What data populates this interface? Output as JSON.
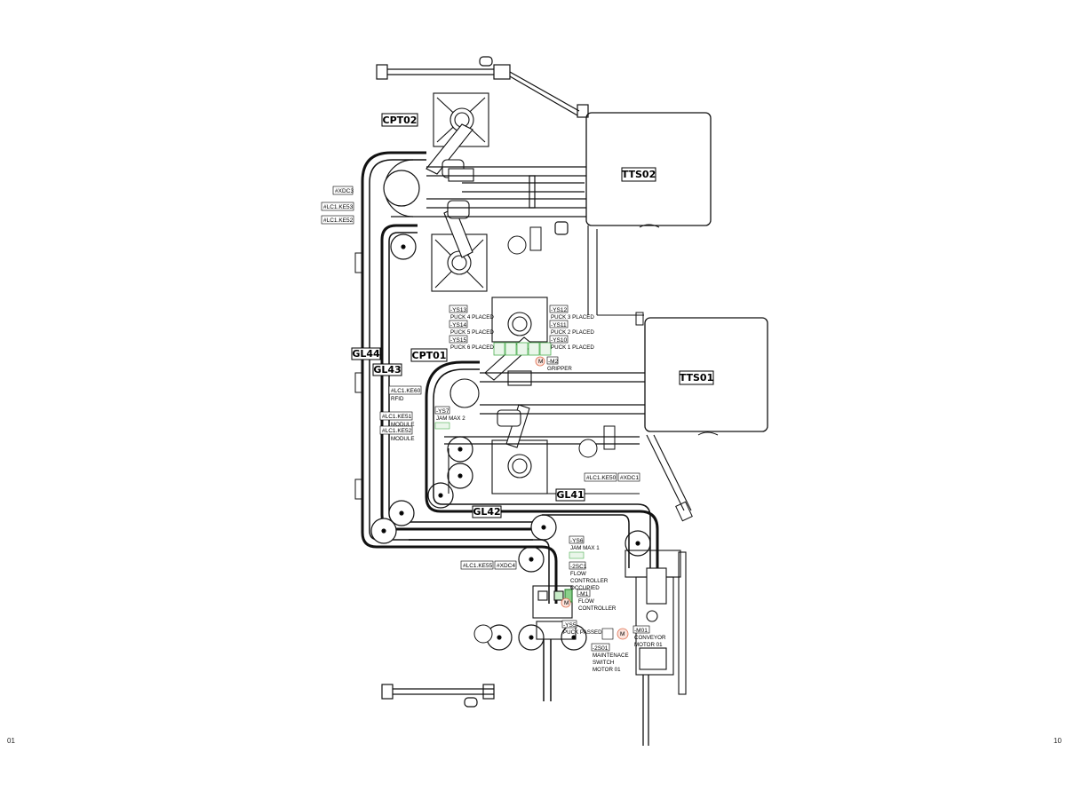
{
  "diagram": {
    "section_labels": {
      "cpt02": "CPT02",
      "cpt01": "CPT01",
      "tts02": "TTS02",
      "tts01": "TTS01",
      "gl44": "GL44",
      "gl43": "GL43",
      "gl41": "GL41",
      "gl42": "GL42"
    },
    "device_tags": {
      "xdc_top": "#XDC3",
      "lc1_ke53": "#LC1.KE53",
      "lc1_ke52": "#LC1.KE52",
      "ys13": "-YS13",
      "ys14": "-YS14",
      "ys15": "-YS15",
      "ys12": "-YS12",
      "ys11": "-YS11",
      "ys10": "-YS10",
      "m2": "-M2",
      "lc1_ke60": "#LC1.KE60",
      "lc1_ke51": "#LC1.KE51",
      "lc1_ke52b": "#LC1.KE52",
      "ys7": "-YS7",
      "lc1_ke50": "#LC1.KE50",
      "xdc_right": "#XDC1",
      "ys6": "-YS6",
      "lc1_ke55": "#LC1.KE55",
      "xdc_bottom": "#XDC4",
      "sc1": "-2SC1",
      "m1": "-M1",
      "ys5": "-YS5",
      "s01": "-2S01",
      "m01": "-M01"
    },
    "descriptions": {
      "puck4": "PUCK 4 PLACED",
      "puck5": "PUCK 5 PLACED",
      "puck6": "PUCK 6 PLACED",
      "puck3": "PUCK 3 PLACED",
      "puck2": "PUCK 2 PLACED",
      "puck1": "PUCK 1 PLACED",
      "gripper": "GRIPPER",
      "rfid": "RFID",
      "module1": "MODULE",
      "module2": "MODULE",
      "jam_max2": "JAM MAX 2",
      "jam_max1": "JAM MAX 1",
      "flow_ctrl_occ_1": "FLOW",
      "flow_ctrl_occ_2": "CONTROLLER",
      "flow_ctrl_occ_3": "OCCUPIED",
      "flow_ctrl_1": "FLOW",
      "flow_ctrl_2": "CONTROLLER",
      "puck_passed": "PUCK PASSED",
      "maint_1": "MAINTENACE",
      "maint_2": "SWITCH",
      "maint_3": "MOTOR 01",
      "conv_1": "CONVEYOR",
      "conv_2": "MOTOR 01",
      "motor_symbol": "M"
    },
    "page_numbers": {
      "left": "01",
      "right": "10"
    },
    "colors": {
      "line": "#111111",
      "sensor": "#4caf50",
      "motor": "#e07050"
    }
  }
}
